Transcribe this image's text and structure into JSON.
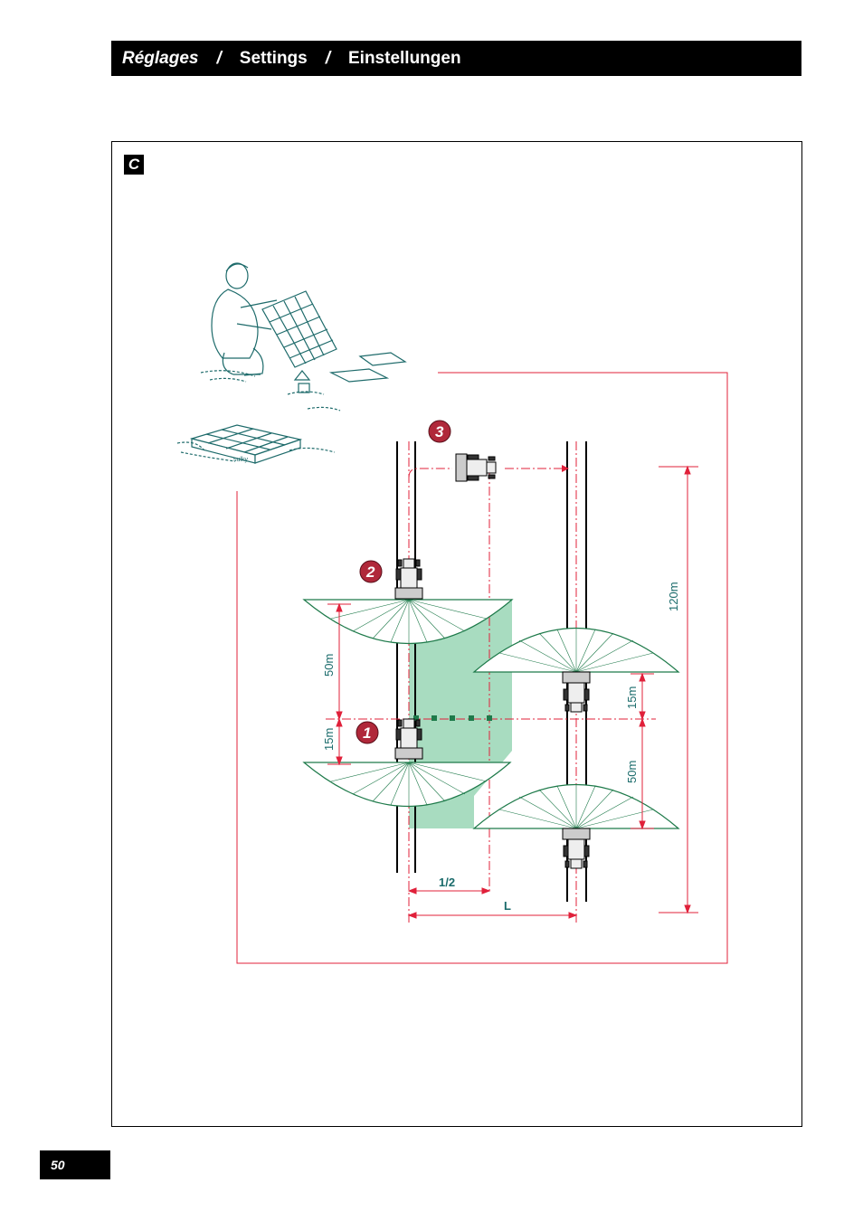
{
  "header": {
    "title_fr": "Réglages",
    "separator": "/",
    "title_en": "Settings",
    "title_de": "Einstellungen"
  },
  "section": {
    "badge": "C"
  },
  "diagram": {
    "steps": [
      "1",
      "2",
      "3"
    ],
    "distances": {
      "d_50m_left": "50m",
      "d_15m_left": "15m",
      "d_15m_right": "15m",
      "d_50m_right": "50m",
      "d_120m": "120m"
    },
    "widths": {
      "half": "1/2",
      "full": "L"
    },
    "tray_brand": "sulky",
    "colors": {
      "red": "#e0203a",
      "green_fill": "#a8dcc0",
      "green_line": "#1e7a4a",
      "badge": "#b0283a"
    }
  },
  "footer": {
    "page_number": "50"
  }
}
